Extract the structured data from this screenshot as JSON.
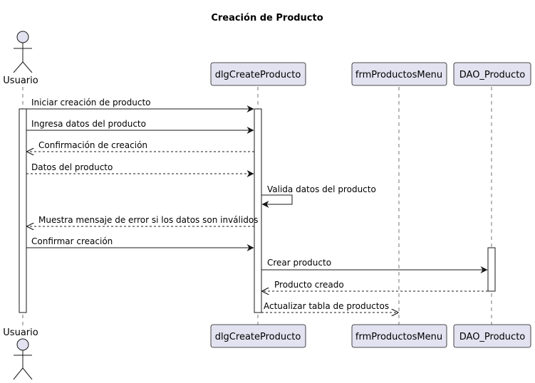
{
  "title": "Creación de Producto",
  "participants": [
    {
      "id": "usuario",
      "label": "Usuario",
      "kind": "actor"
    },
    {
      "id": "dlg",
      "label": "dlgCreateProducto",
      "kind": "participant"
    },
    {
      "id": "frm",
      "label": "frmProductosMenu",
      "kind": "participant"
    },
    {
      "id": "dao",
      "label": "DAO_Producto",
      "kind": "participant"
    }
  ],
  "messages": [
    {
      "from": "usuario",
      "to": "dlg",
      "label": "Iniciar creación de producto",
      "style": "solid"
    },
    {
      "from": "usuario",
      "to": "dlg",
      "label": "Ingresa datos del producto",
      "style": "solid"
    },
    {
      "from": "dlg",
      "to": "usuario",
      "label": "Confirmación de creación",
      "style": "dashed"
    },
    {
      "from": "usuario",
      "to": "dlg",
      "label": "Datos del producto",
      "style": "dashed"
    },
    {
      "from": "dlg",
      "to": "dlg",
      "label": "Valida datos del producto",
      "style": "solid"
    },
    {
      "from": "dlg",
      "to": "usuario",
      "label": "Muestra mensaje de error si los datos son inválidos",
      "style": "dashed"
    },
    {
      "from": "usuario",
      "to": "dlg",
      "label": "Confirmar creación",
      "style": "solid"
    },
    {
      "from": "dlg",
      "to": "dao",
      "label": "Crear producto",
      "style": "solid"
    },
    {
      "from": "dao",
      "to": "dlg",
      "label": "Producto creado",
      "style": "dashed"
    },
    {
      "from": "dlg",
      "to": "frm",
      "label": "Actualizar tabla de productos",
      "style": "dashed"
    }
  ],
  "colors": {
    "participant_fill": "#E2E2F0",
    "line": "#181818",
    "activation_fill": "#FFFFFF",
    "background": "#FFFFFF"
  }
}
